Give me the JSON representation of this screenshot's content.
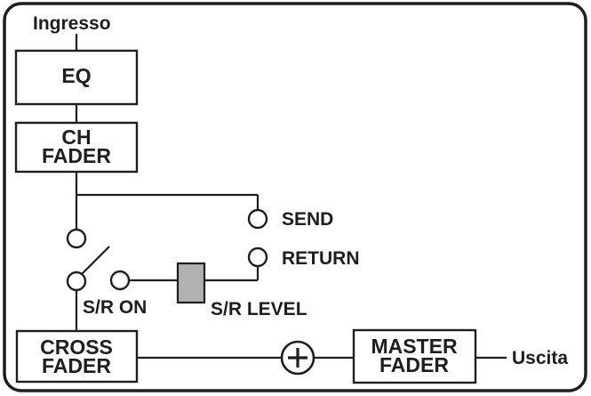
{
  "figure": {
    "type": "signal-flow-block-diagram",
    "input_label": "Ingresso",
    "output_label": "Uscita",
    "blocks": {
      "eq": {
        "label": "EQ"
      },
      "ch_fader": {
        "line1": "CH",
        "line2": "FADER"
      },
      "cross_fader": {
        "line1": "CROSS",
        "line2": "FADER"
      },
      "master_fader": {
        "line1": "MASTER",
        "line2": "FADER"
      }
    },
    "jacks": {
      "send": "SEND",
      "return": "RETURN"
    },
    "switch": {
      "label": "S/R ON"
    },
    "level": {
      "label": "S/R LEVEL"
    },
    "sum": {
      "symbol": "+"
    },
    "colors": {
      "ink": "#1e1e1e",
      "background": "#ffffff",
      "level_fill": "#b1b1b1"
    }
  }
}
